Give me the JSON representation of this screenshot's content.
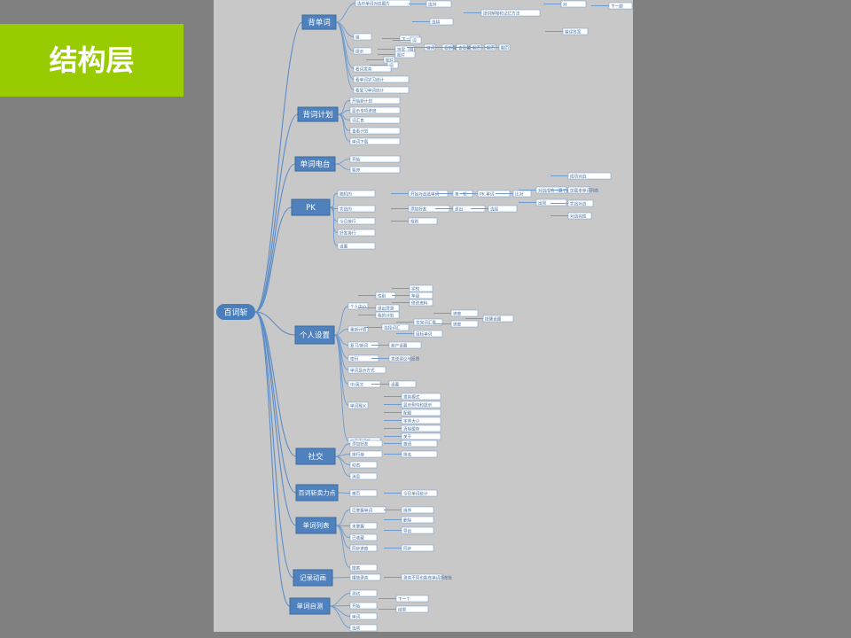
{
  "slide": {
    "title": "结构层"
  },
  "mindmap": {
    "root": "百词斩",
    "branches": [
      {
        "label": "背单词",
        "items": [
          "选中单词对应图片",
          "选对",
          "选错",
          "提供解释和记忆方法",
          "对",
          "下一题",
          "错",
          "下一题",
          "错误答案",
          "提示",
          "答案（错）",
          "图片",
          "图片",
          "词",
          "词",
          "错词",
          "看解释",
          "查看单词",
          "翻页",
          "翻页",
          "翻页",
          "看词发音",
          "看单词学习统计",
          "看复习单词统计"
        ]
      },
      {
        "label": "背词计划",
        "items": [
          "开始新计划",
          "显示专项进度",
          "词汇表",
          "查看计划",
          "单词下载"
        ]
      },
      {
        "label": "单词电台",
        "items": [
          "开始",
          "暂停"
        ]
      },
      {
        "label": "PK",
        "items": [
          "随机的",
          "实战的",
          "今日排行",
          "好友排行",
          "设置",
          "开始对战选单词",
          "第一轮",
          "PK 单词",
          "比对",
          "对战成功（赢了）",
          "出局",
          "成功对战",
          "加载本单词列表",
          "实战对战",
          "对战完成",
          "添加好友",
          "退出",
          "选择",
          "规则"
        ]
      },
      {
        "label": "个人设置",
        "items": [
          "个人中心",
          "性别",
          "学校",
          "年级",
          "修改资料",
          "退出登录",
          "我的计划",
          "重新计划",
          "选择词汇",
          "背完词汇量",
          "目标单词",
          "进度",
          "进度",
          "提醒设置",
          "复习/新词",
          "账户设置",
          "密码",
          "发送建议与反馈",
          "单词显示方式",
          "中/英文",
          "设置",
          "单词释义",
          "发音模式",
          "显示例句和提示",
          "配图",
          "字体大小",
          "清除缓存",
          "关于",
          "关于百词斩"
        ]
      },
      {
        "label": "社交",
        "items": [
          "添加好友",
          "排行榜",
          "动态",
          "消息",
          "邀请",
          "排名"
        ]
      },
      {
        "label": "百词斩卖力点",
        "items": [
          "首页",
          "今日单词统计"
        ]
      },
      {
        "label": "单词列表",
        "items": [
          "已掌握单词",
          "未掌握",
          "已收藏",
          "搜索",
          "排序",
          "删除",
          "导出",
          "同步",
          "同步进度"
        ]
      },
      {
        "label": "记录动画",
        "items": [
          "播放录音",
          "录音不同也能在单词所在处"
        ]
      },
      {
        "label": "单词自测",
        "items": [
          "测试",
          "开始",
          "单词",
          "选项",
          "下一个",
          "结果"
        ]
      }
    ]
  }
}
